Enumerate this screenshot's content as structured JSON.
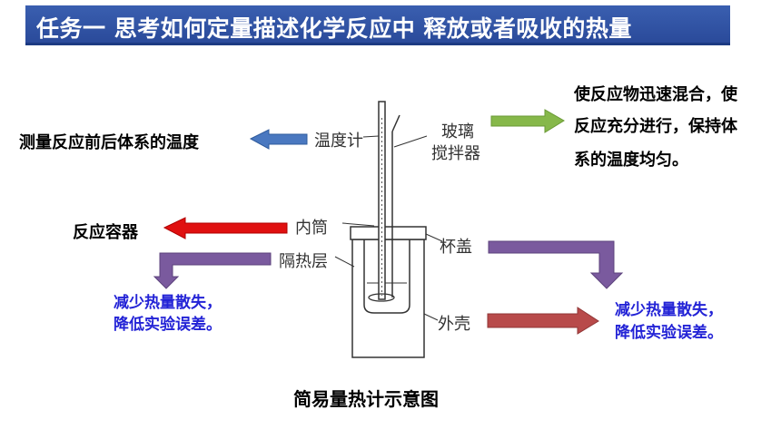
{
  "title": "任务一  思考如何定量描述化学反应中 释放或者吸收的热量",
  "caption": "简易量热计示意图",
  "parts": {
    "thermometer": "温度计",
    "stirrer_line1": "玻璃",
    "stirrer_line2": "搅拌器",
    "inner_cup": "内筒",
    "lid": "杯盖",
    "insulation": "隔热层",
    "outer_shell": "外壳"
  },
  "explanations": {
    "thermometer": "测量反应前后体系的温度",
    "stirrer_line1": "使反应物迅速混合，使",
    "stirrer_line2": "反应充分进行，保持体",
    "stirrer_line3": "系的温度均匀。",
    "inner_cup": "反应容器",
    "insulation_line1": "减少热量散失，",
    "insulation_line2": "降低实验误差。",
    "lid_line1": "减少热量散失，",
    "lid_line2": "降低实验误差。"
  },
  "colors": {
    "title_bg": "#2a4a9a",
    "arrow_blue": "#4a78c0",
    "arrow_green": "#86b84a",
    "arrow_red": "#e01010",
    "arrow_purple": "#7a5a9e",
    "arrow_darkred": "#b84a4a",
    "note_text": "#2323d6"
  }
}
